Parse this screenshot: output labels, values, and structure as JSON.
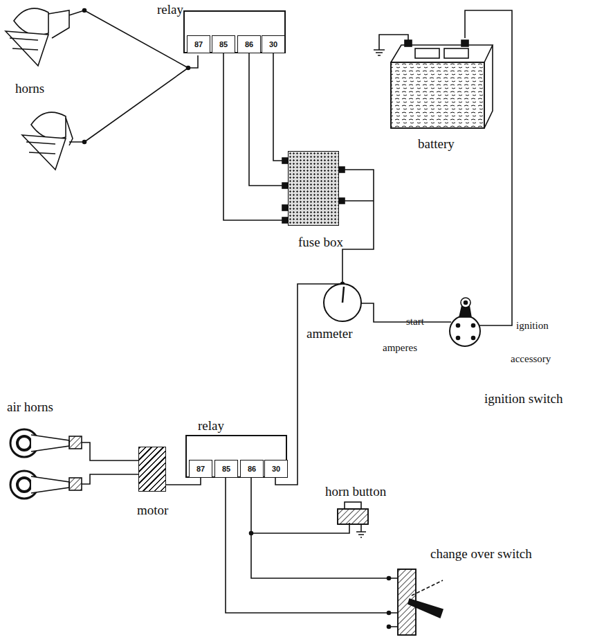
{
  "diagram": {
    "nodes": [
      {
        "text": [
          "relay"
        ]
      },
      {
        "text": [
          "87"
        ],
        "in": 0
      },
      {
        "text": [
          "85"
        ],
        "in": 0
      },
      {
        "text": [
          "86"
        ],
        "in": 0
      },
      {
        "text": [
          "30"
        ],
        "in": 0
      },
      {
        "text": [
          "fuse box"
        ]
      },
      {
        "text": [
          "relay"
        ]
      },
      {
        "text": [
          "87"
        ],
        "in": 6
      },
      {
        "text": [
          "85"
        ],
        "in": 6
      },
      {
        "text": [
          "86"
        ],
        "in": 6
      },
      {
        "text": [
          "30"
        ],
        "in": 6
      },
      {
        "text": [
          "motor"
        ]
      }
    ],
    "edges": [
      {
        "from": 2,
        "to": 5,
        "arrow": "none"
      },
      {
        "from": 3,
        "to": 5,
        "arrow": "none"
      },
      {
        "from": 4,
        "to": 5,
        "arrow": "none"
      },
      {
        "from": 7,
        "to": 11,
        "arrow": "none"
      }
    ],
    "labels": [
      "horns",
      "battery",
      "ammeter",
      "start",
      "ignition",
      "amperes",
      "accessory",
      "ignition switch",
      "air horns",
      "horn button",
      "change over switch"
    ]
  }
}
